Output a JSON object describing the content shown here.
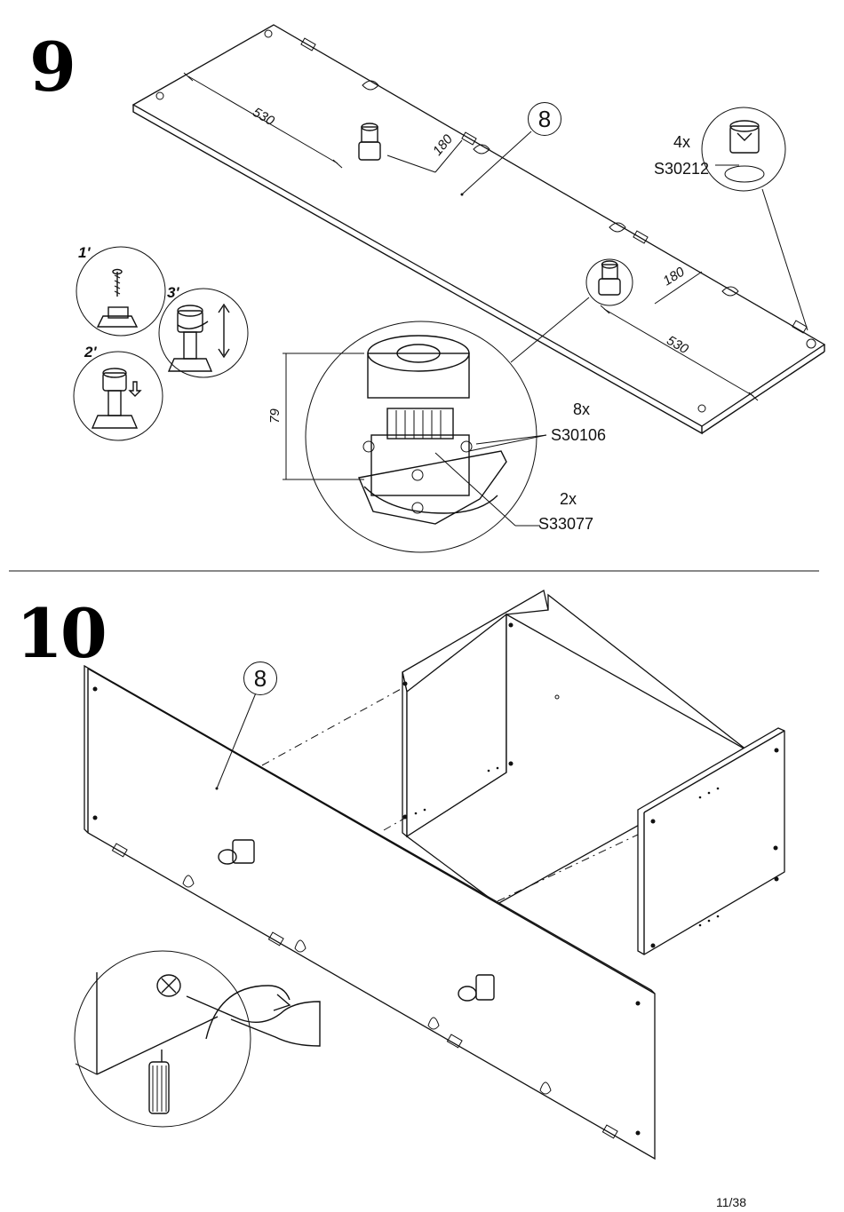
{
  "steps": [
    {
      "number": "9",
      "callout": "8",
      "dimensions": {
        "a": "530",
        "b": "180",
        "c": "180",
        "d": "530",
        "height": "79"
      },
      "sub_steps": [
        "1'",
        "2'",
        "3'"
      ],
      "parts": [
        {
          "qty": "4x",
          "code": "S30212"
        },
        {
          "qty": "8x",
          "code": "S30106"
        },
        {
          "qty": "2x",
          "code": "S33077"
        }
      ]
    },
    {
      "number": "10",
      "callout": "8"
    }
  ],
  "page": {
    "number": "11/38"
  }
}
